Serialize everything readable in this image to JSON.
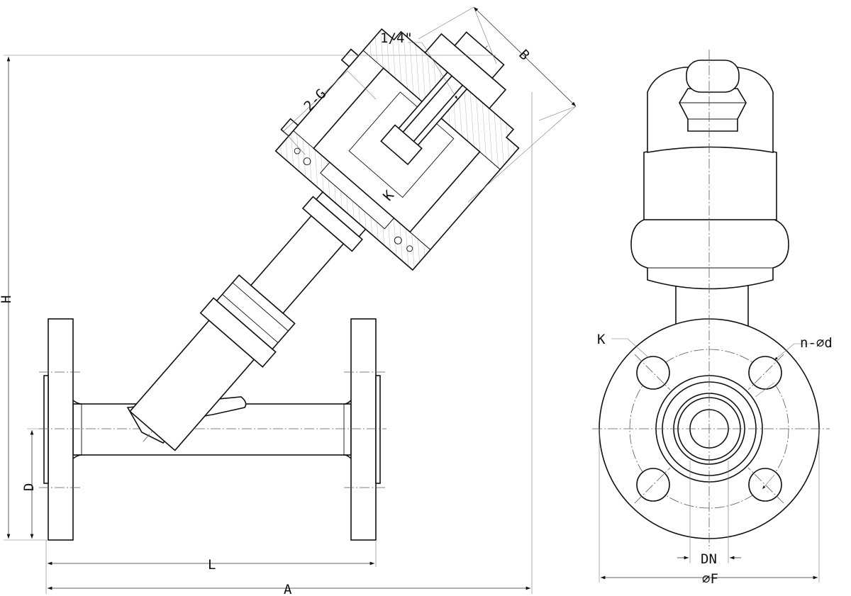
{
  "drawing": {
    "title": "Angle seat valve technical drawing",
    "labels": {
      "quarter_inch": "1/4\"",
      "B": "B",
      "two_G": "2-G",
      "K_actuator": "K",
      "H": "H",
      "D": "D",
      "L": "L",
      "A": "A",
      "K_flange": "K",
      "n_d": "n-∅d",
      "DN": "DN",
      "F": "∅F"
    },
    "colors": {
      "line": "#111111",
      "background": "#ffffff"
    }
  }
}
